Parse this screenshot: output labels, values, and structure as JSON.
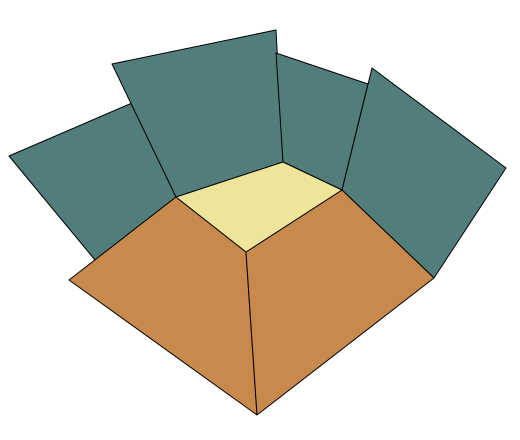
{
  "figure": {
    "kind": "3D box net (partially unfolded, viewed from above)",
    "colors": {
      "background": "#ffffff",
      "flap": "#517d7a",
      "top_face": "#efe59a",
      "front_face": "#c88a4c",
      "edge": "#000000"
    },
    "faces": [
      {
        "name": "left-flap",
        "color_key": "flap"
      },
      {
        "name": "back-left-flap",
        "color_key": "flap"
      },
      {
        "name": "back-right-flap",
        "color_key": "flap"
      },
      {
        "name": "right-flap",
        "color_key": "flap"
      },
      {
        "name": "front-left-face",
        "color_key": "front_face"
      },
      {
        "name": "front-right-face",
        "color_key": "front_face"
      },
      {
        "name": "top-face",
        "color_key": "top_face"
      }
    ]
  }
}
